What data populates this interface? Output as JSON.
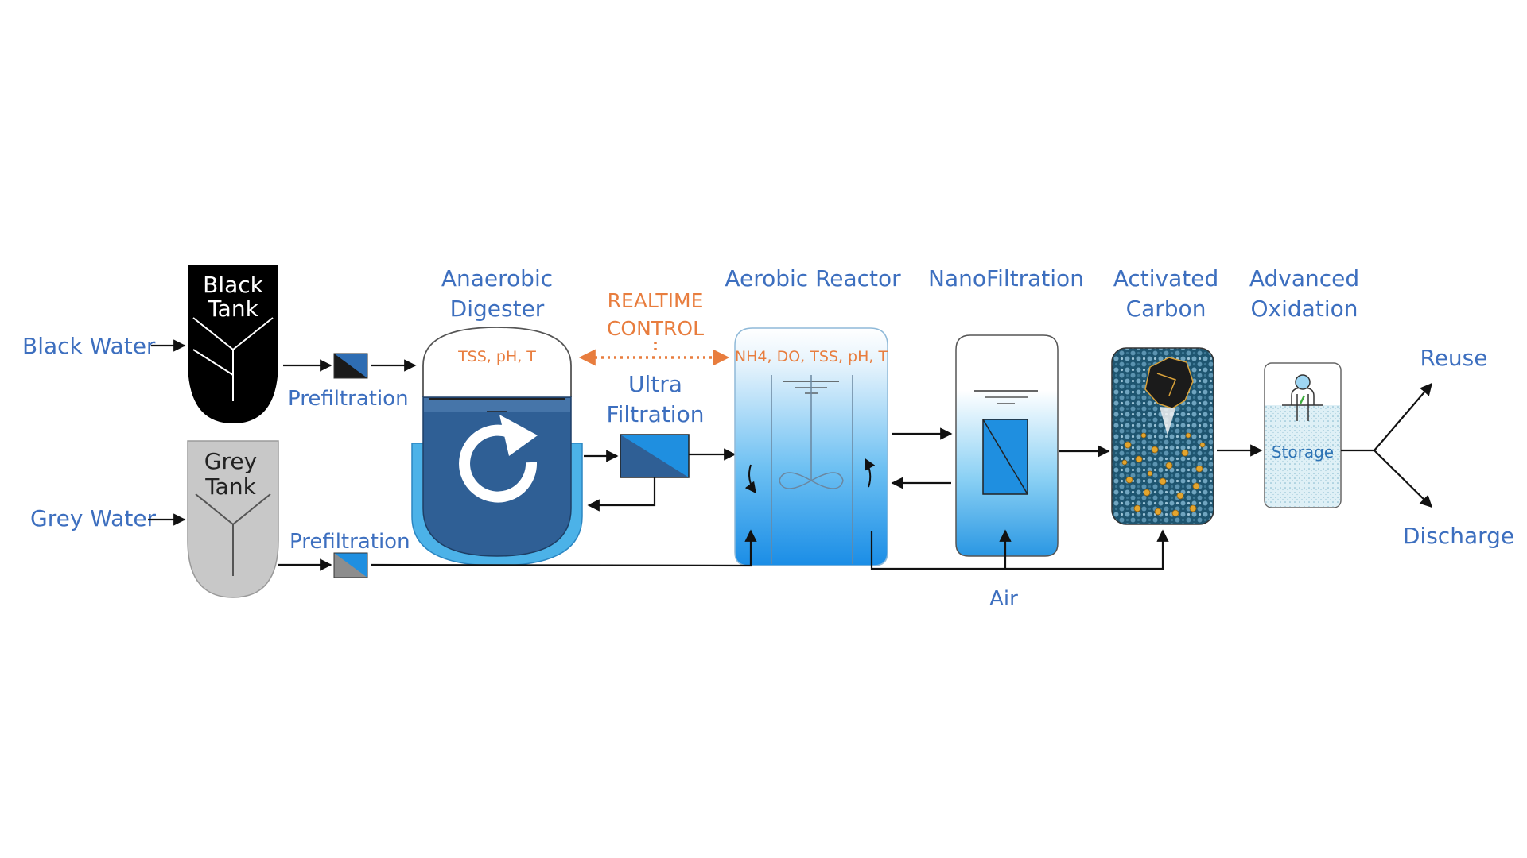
{
  "inputs": {
    "black_water": "Black Water",
    "grey_water": "Grey Water"
  },
  "tanks": {
    "black_line1": "Black",
    "black_line2": "Tank",
    "grey_line1": "Grey",
    "grey_line2": "Tank"
  },
  "prefiltration_top": "Prefiltration",
  "prefiltration_bottom": "Prefiltration",
  "anaerobic": {
    "line1": "Anaerobic",
    "line2": "Digester",
    "sensors": "TSS, pH, T"
  },
  "control": {
    "line1": "REALTIME",
    "line2": "CONTROL"
  },
  "ultrafiltration": {
    "line1": "Ultra",
    "line2": "Filtration"
  },
  "aerobic": {
    "title": "Aerobic Reactor",
    "sensors": "NH4, DO, TSS, pH, T"
  },
  "nanofiltration": "NanoFiltration",
  "activated_carbon": {
    "line1": "Activated",
    "line2": "Carbon"
  },
  "advanced_oxidation": {
    "line1": "Advanced",
    "line2": "Oxidation",
    "storage": "Storage"
  },
  "air": "Air",
  "outputs": {
    "reuse": "Reuse",
    "discharge": "Discharge"
  },
  "colors": {
    "label_blue": "#3d6fbf",
    "control_orange": "#e87d3e",
    "digester_dark": "#2f5f95",
    "digester_jacket": "#4cb2e8",
    "membrane_blue": "#1f8fe0",
    "grey_tank": "#c8c8c8"
  }
}
